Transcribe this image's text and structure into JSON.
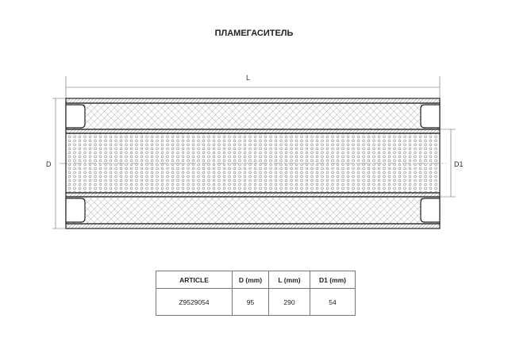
{
  "title": "ПЛАМЕГАСИТЕЛЬ",
  "dimensions": {
    "length": "L",
    "diameter": "D",
    "inner_diameter": "D1"
  },
  "table": {
    "headers": [
      "ARTICLE",
      "D (mm)",
      "L (mm)",
      "D1 (mm)"
    ],
    "rows": [
      [
        "Z9529054",
        "95",
        "290",
        "54"
      ]
    ]
  }
}
